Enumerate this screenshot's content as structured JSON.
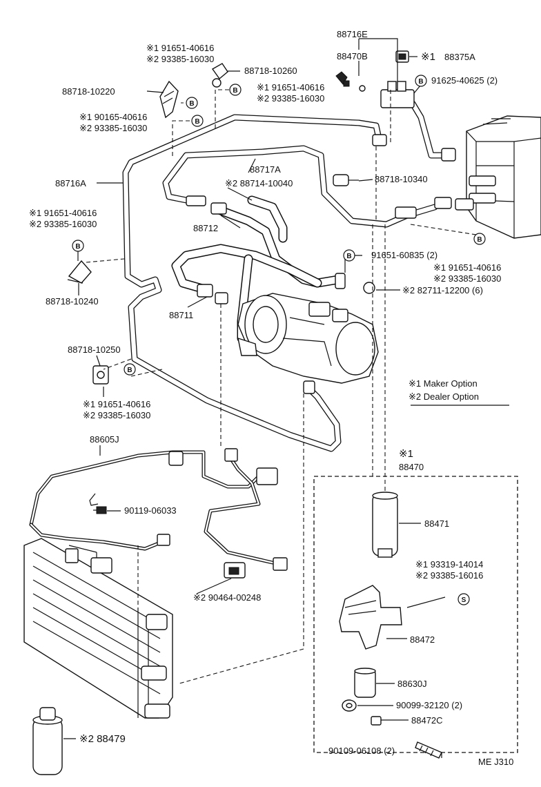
{
  "labels": {
    "p88716E": "88716E",
    "p88470B": "88470B",
    "p88375A_mark": "※1",
    "p88375A": "88375A",
    "p91625": "91625-40625 (2)",
    "tl_opt1": "※1 91651-40616",
    "tl_opt2": "※2 93385-16030",
    "p88718_10260": "88718-10260",
    "m_opt1": "※1 91651-40616",
    "m_opt2": "※2 93385-16030",
    "p88718_10220": "88718-10220",
    "l_opt1": "※1 90165-40616",
    "l_opt2": "※2 93385-16030",
    "p88716A": "88716A",
    "p88717A": "88717A",
    "p88714": "※2 88714-10040",
    "p88718_10340": "88718-10340",
    "ll_opt1": "※1 91651-40616",
    "ll_opt2": "※2 93385-16030",
    "p88712": "88712",
    "p91651_60835": "91651-60835 (2)",
    "r_opt1": "※1 91651-40616",
    "r_opt2": "※2 93385-16030",
    "p82711": "※2 82711-12200 (6)",
    "p88718_10240": "88718-10240",
    "p88711": "88711",
    "p88718_10250": "88718-10250",
    "legend_1": "※1 Maker Option",
    "legend_2": "※2 Dealer Option",
    "bl_opt1": "※1 91651-40616",
    "bl_opt2": "※2 93385-16030",
    "p88605J": "88605J",
    "box_mark": "※1",
    "p88470": "88470",
    "p90119": "90119-06033",
    "p88471": "88471",
    "s_opt1": "※1 93319-14014",
    "s_opt2": "※2 93385-16016",
    "p88472": "88472",
    "p90464": "※2 90464-00248",
    "p88630J": "88630J",
    "p90099": "90099-32120 (2)",
    "p88472C": "88472C",
    "p88479": "※2 88479",
    "p90109": "90109-06108 (2)",
    "footer": "ME J310"
  },
  "badges": {
    "b": "B",
    "s": "S"
  }
}
